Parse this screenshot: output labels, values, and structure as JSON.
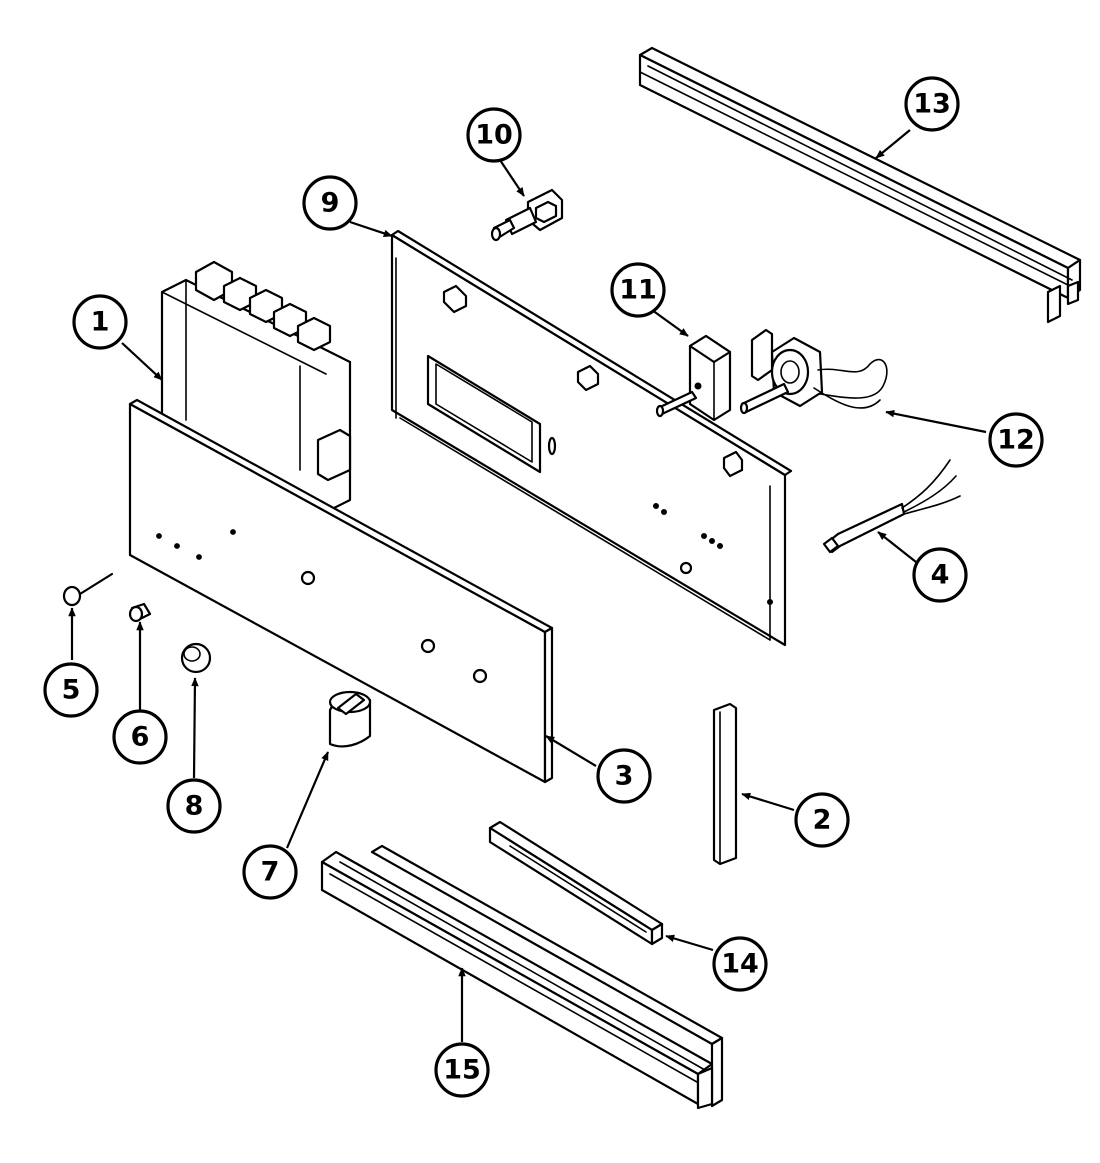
{
  "callouts": [
    {
      "id": "c1",
      "label": "1"
    },
    {
      "id": "c2",
      "label": "2"
    },
    {
      "id": "c3",
      "label": "3"
    },
    {
      "id": "c4",
      "label": "4"
    },
    {
      "id": "c5",
      "label": "5"
    },
    {
      "id": "c6",
      "label": "6"
    },
    {
      "id": "c7",
      "label": "7"
    },
    {
      "id": "c8",
      "label": "8"
    },
    {
      "id": "c9",
      "label": "9"
    },
    {
      "id": "c10",
      "label": "10"
    },
    {
      "id": "c11",
      "label": "11"
    },
    {
      "id": "c12",
      "label": "12"
    },
    {
      "id": "c13",
      "label": "13"
    },
    {
      "id": "c14",
      "label": "14"
    },
    {
      "id": "c15",
      "label": "15"
    }
  ],
  "colors": {
    "ink": "#000000",
    "paper": "#ffffff"
  }
}
